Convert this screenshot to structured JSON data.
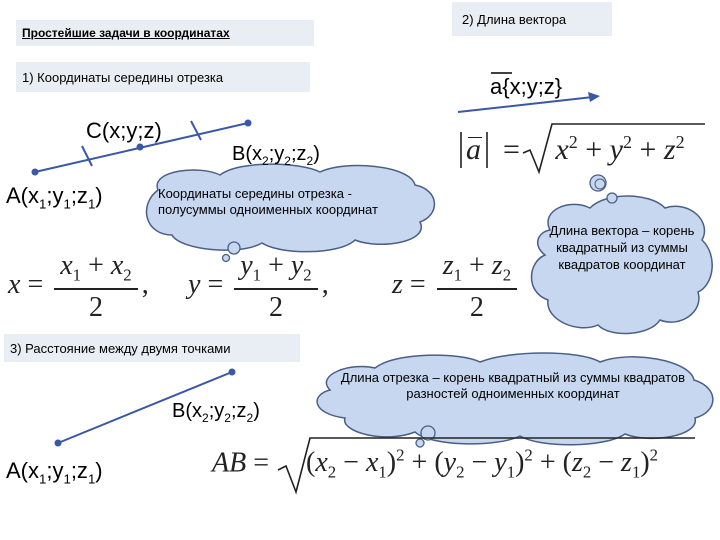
{
  "slide": {
    "title": "Простейшие задачи в координатах",
    "section1": "1) Координаты середины отрезка",
    "section2": "2) Длина вектора",
    "section3": "3) Расстояние между двумя точками"
  },
  "points": {
    "c_label": "C(x;y;z)",
    "b_label": "B(x",
    "a_label": "A(x",
    "b2_label": "B(x",
    "a2_label": "A(x",
    "vector_label": "a{x;y;z}",
    "sub1": "1",
    "sub2": "2",
    "sep_y": ";y",
    "sep_z": ";z",
    "close": ")"
  },
  "clouds": {
    "midpoint": "Координаты середины отрезка - полусуммы одноименных координат",
    "vector_length": "Длина вектора – корень квадратный из суммы квадратов координат",
    "segment_length": "Длина отрезка – корень квадратный из суммы квадратов разностей одноименных координат"
  },
  "formulas": {
    "x": "x",
    "y": "y",
    "z": "z",
    "eq": "=",
    "plus": "+",
    "two": "2",
    "comma": ",",
    "x1": "x",
    "x2": "x",
    "y1": "y",
    "y2": "y",
    "z1": "z",
    "z2": "z",
    "i1": "1",
    "i2": "2",
    "a": "a",
    "ab": "AB",
    "sq": "2",
    "minus": "−",
    "lp": "(",
    "rp": ")"
  },
  "colors": {
    "box_bg": "#e9edf4",
    "cloud_fill": "#c8d7f0",
    "cloud_stroke": "#4a5f86",
    "line": "#3a57a8"
  }
}
